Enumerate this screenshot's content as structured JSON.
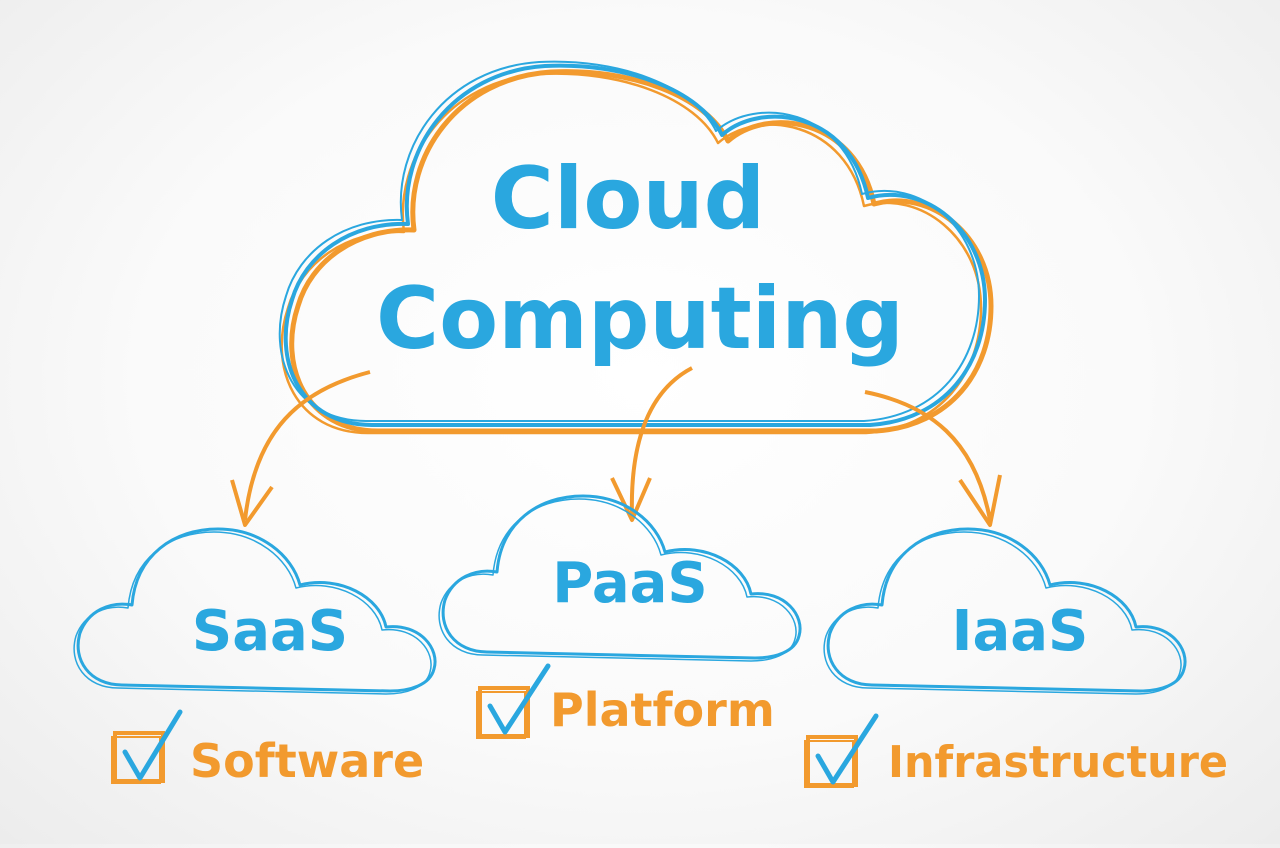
{
  "colors": {
    "blue": "#2aa7df",
    "orange": "#f29a2e"
  },
  "main_cloud": {
    "line1": "Cloud",
    "line2": "Computing"
  },
  "services": [
    {
      "name": "SaaS",
      "label": "Software"
    },
    {
      "name": "PaaS",
      "label": "Platform"
    },
    {
      "name": "IaaS",
      "label": "Infrastructure"
    }
  ]
}
